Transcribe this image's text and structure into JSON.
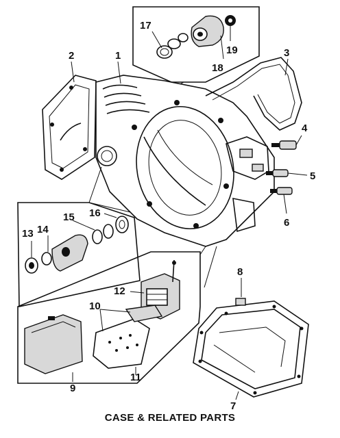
{
  "caption": "CASE & RELATED PARTS",
  "callouts": {
    "c1": "1",
    "c2": "2",
    "c3": "3",
    "c4": "4",
    "c5": "5",
    "c6": "6",
    "c7": "7",
    "c8": "8",
    "c9": "9",
    "c10": "10",
    "c11": "11",
    "c12": "12",
    "c13": "13",
    "c14": "14",
    "c15": "15",
    "c16": "16",
    "c17": "17",
    "c18": "18",
    "c19": "19"
  }
}
